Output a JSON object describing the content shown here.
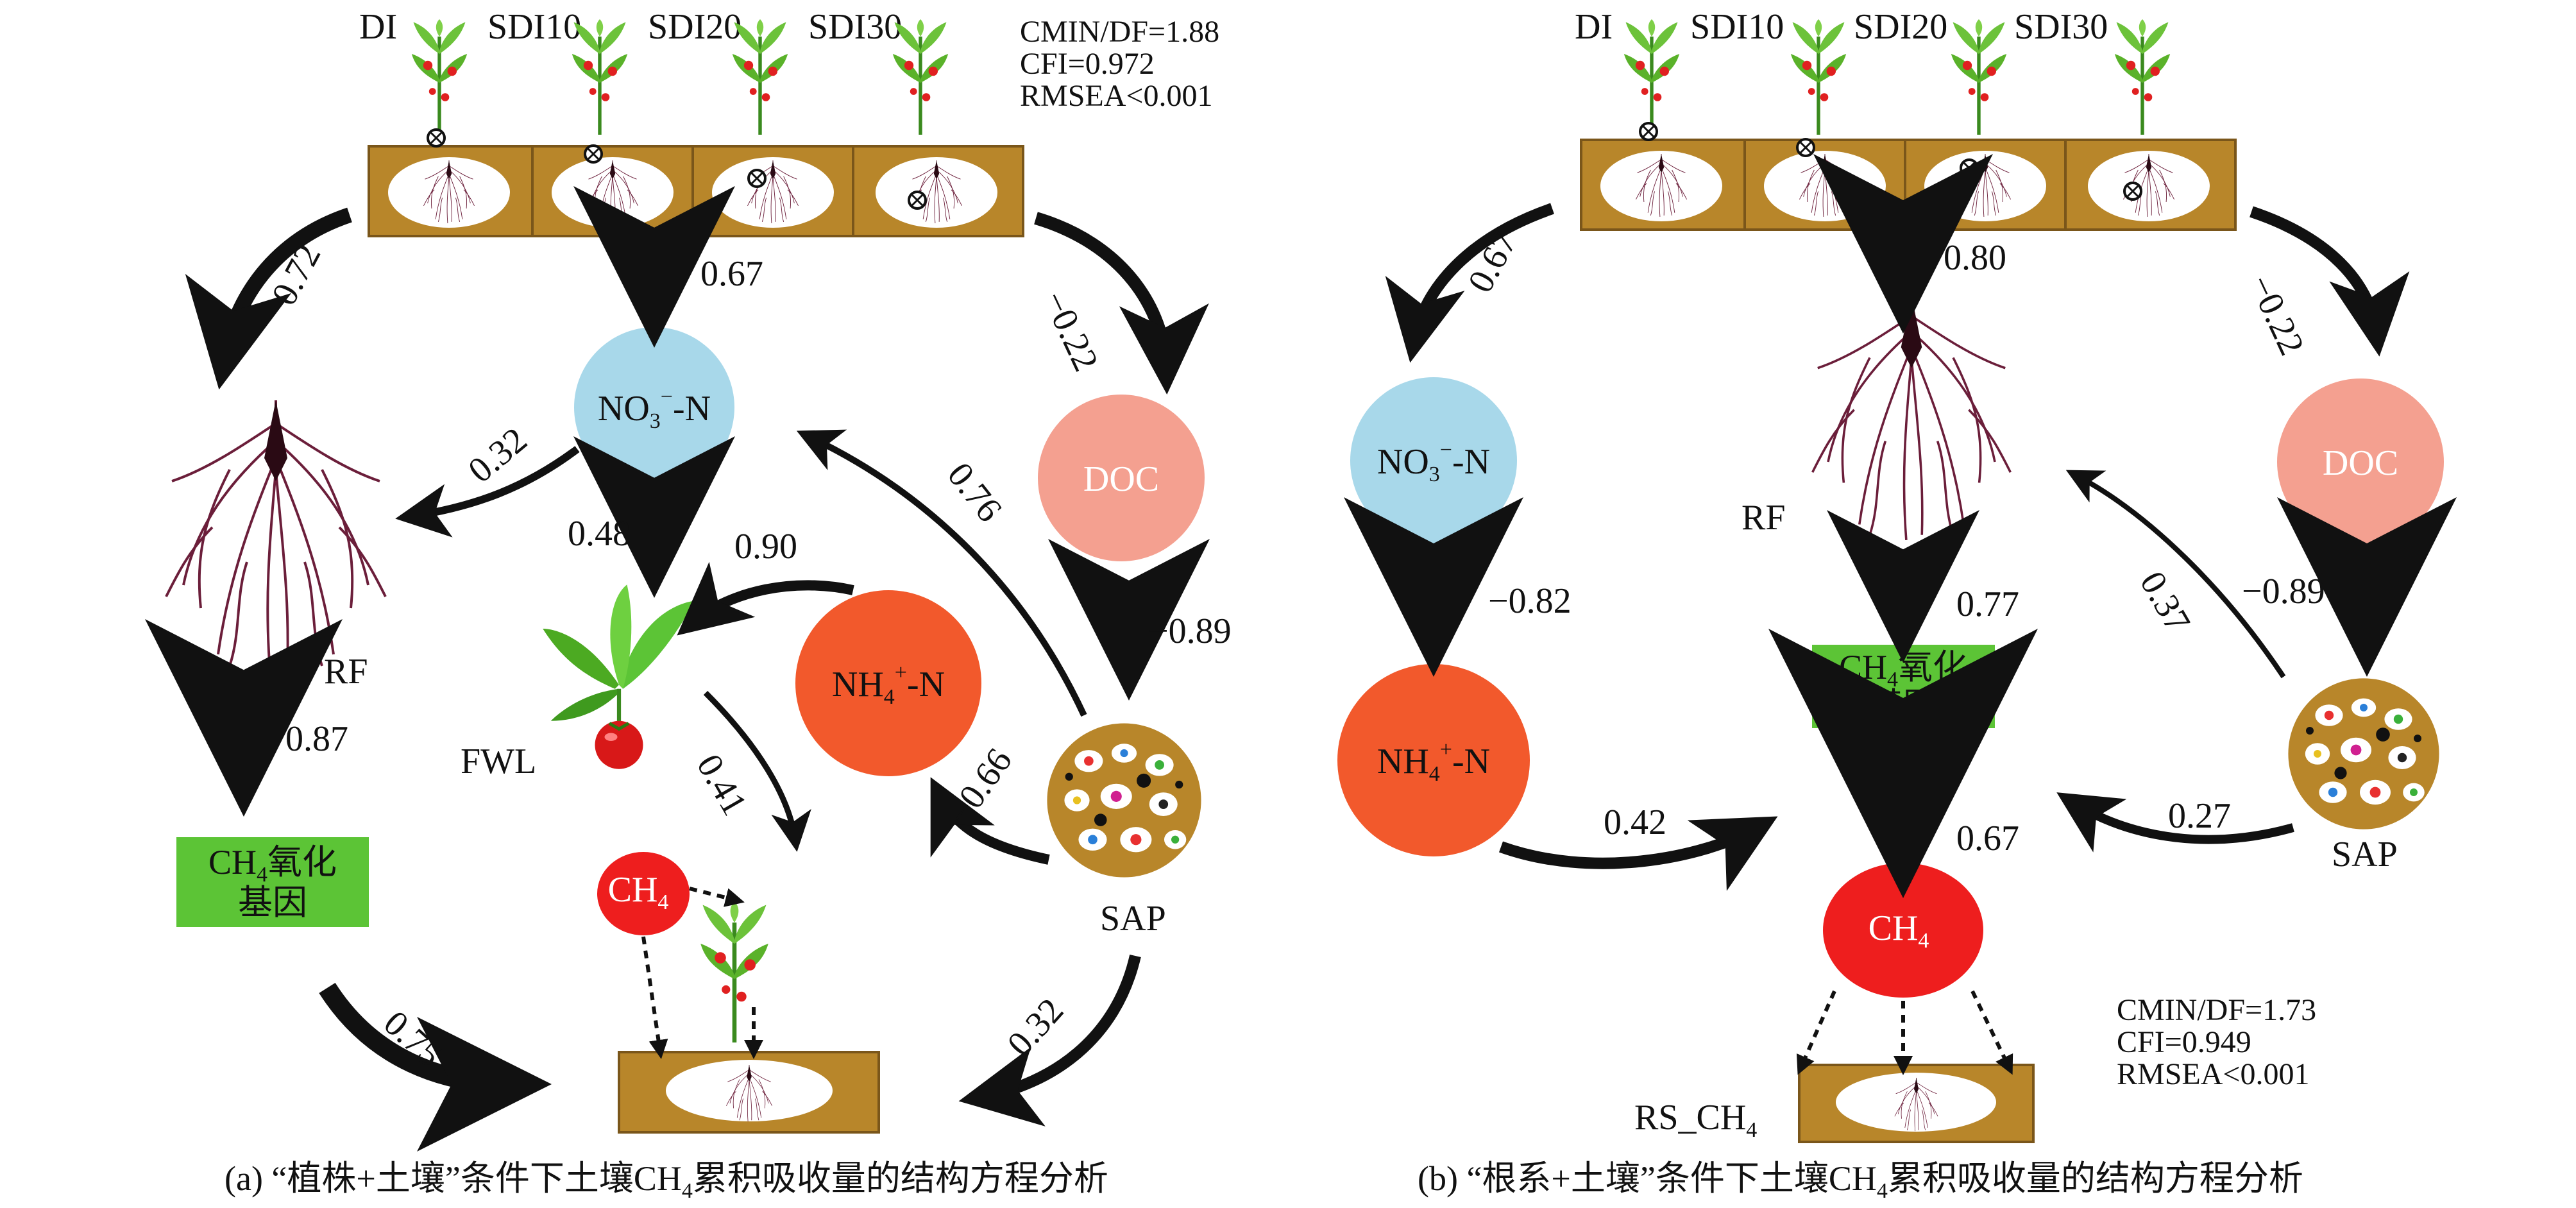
{
  "panel_a": {
    "treatments": [
      "DI",
      "SDI10",
      "SDI20",
      "SDI30"
    ],
    "fit": [
      "CMIN/DF=1.88",
      "CFI=0.972",
      "RMSEA<0.001"
    ],
    "nodes": {
      "no3": {
        "main": "NO",
        "sub": "3",
        "sup": "−",
        "rest": "-N"
      },
      "doc": "DOC",
      "nh4": {
        "main": "NH",
        "sub": "4",
        "sup": "+",
        "rest": "-N"
      },
      "sap": "SAP",
      "rf": "RF",
      "fwl": "FWL",
      "gene": {
        "ch": "CH",
        "sub": "4",
        "line1_rest": "氧化",
        "line2": "基因"
      },
      "ch4": {
        "ch": "CH",
        "sub": "4"
      }
    },
    "paths": {
      "t_rf": "0.72",
      "t_no3": "0.67",
      "t_doc": "−0.22",
      "no3_rf": "0.32",
      "no3_fwl": "0.48",
      "nh4_fwl": "0.90",
      "sap_no3": "0.76",
      "doc_sap": "−0.89",
      "sap_nh4": "−0.66",
      "fwl_soil": "0.41",
      "rf_gene": "0.87",
      "gene_soil": "0.75",
      "sap_soil": "0.32"
    },
    "caption": {
      "pre": "(a) “植株+土壤”条件下土壤CH",
      "sub": "4",
      "post": "累积吸收量的结构方程分析"
    }
  },
  "panel_b": {
    "treatments": [
      "DI",
      "SDI10",
      "SDI20",
      "SDI30"
    ],
    "fit": [
      "CMIN/DF=1.73",
      "CFI=0.949",
      "RMSEA<0.001"
    ],
    "nodes": {
      "no3": {
        "main": "NO",
        "sub": "3",
        "sup": "−",
        "rest": "-N"
      },
      "doc": "DOC",
      "nh4": {
        "main": "NH",
        "sub": "4",
        "sup": "+",
        "rest": "-N"
      },
      "sap": "SAP",
      "rf": "RF",
      "rs": "RS_CH",
      "rs_sub": "4",
      "gene": {
        "ch": "CH",
        "sub": "4",
        "line1_rest": "氧化",
        "line2": "基因"
      },
      "ch4": {
        "ch": "CH",
        "sub": "4"
      }
    },
    "paths": {
      "t_no3": "0.67",
      "t_rf": "0.80",
      "t_doc": "−0.22",
      "no3_nh4": "−0.82",
      "rf_gene": "0.77",
      "doc_sap": "−0.89",
      "sap_rf": "0.37",
      "nh4_ch4": "0.42",
      "gene_ch4": "0.67",
      "sap_ch4": "0.27"
    },
    "caption": {
      "pre": "(b) “根系+土壤”条件下土壤CH",
      "sub": "4",
      "post": "累积吸收量的结构方程分析"
    }
  },
  "colors": {
    "soil": "#b8862a",
    "soil_edge": "#7a561a",
    "no3": "#a8d8ea",
    "doc": "#f4a090",
    "nh4": "#f2592c",
    "ch4": "#ee1e1e",
    "gene": "#5cc436",
    "root": "#6b1e3a",
    "arrow": "#111111"
  }
}
